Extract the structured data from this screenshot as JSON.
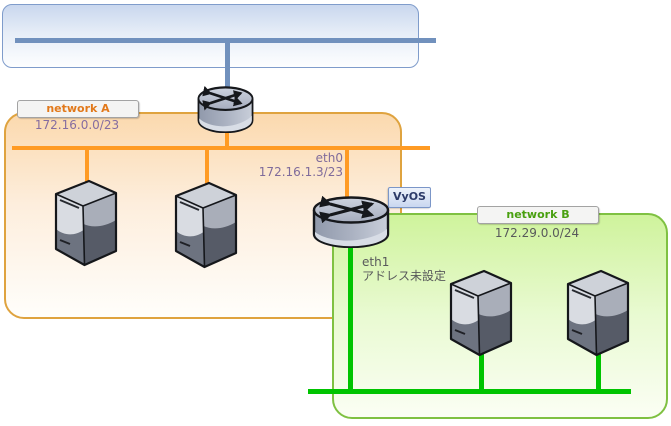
{
  "diagram": {
    "network_a": {
      "label": "network A",
      "cidr": "172.16.0.0/23"
    },
    "network_b": {
      "label": "network B",
      "cidr": "172.29.0.0/24"
    },
    "router": {
      "name": "VyOS",
      "eth0_label": "eth0",
      "eth0_address": "172.16.1.3/23",
      "eth1_label": "eth1",
      "eth1_address": "アドレス未設定"
    },
    "colors": {
      "upstream_line": "#7191bd",
      "upstream_border": "#7f9ccb",
      "network_a_line": "#ff9b24",
      "network_a_border": "#dfa33f",
      "network_a_label_text": "#e2791b",
      "network_a_address_text": "#856da0",
      "network_b_line": "#00c400",
      "network_b_border": "#7fc142",
      "network_b_label_text": "#49a010",
      "network_b_address_text": "#58595b",
      "vyos_text": "#2c3a68"
    }
  }
}
